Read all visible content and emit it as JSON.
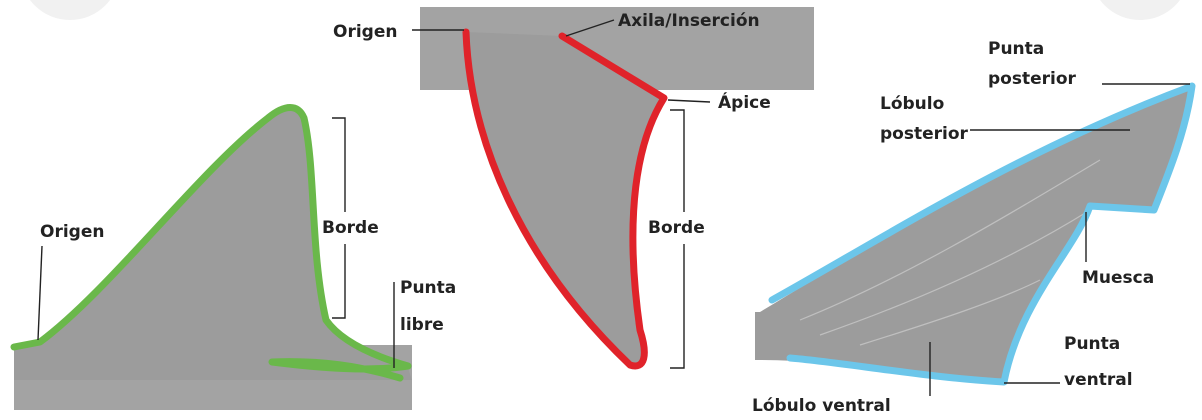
{
  "colors": {
    "dorsal_outline": "#6ab84a",
    "pectoral_outline": "#e0232a",
    "caudal_outline": "#6cc6ea",
    "fin_fill": "#9c9c9c",
    "background": "#ffffff"
  },
  "dorsal_fin": {
    "labels": {
      "origin": "Origen",
      "margin": "Borde",
      "free_tip_line1": "Punta",
      "free_tip_line2": "libre"
    }
  },
  "pectoral_fin": {
    "labels": {
      "origin": "Origen",
      "axil": "Axila/Inserción",
      "apex": "Ápice",
      "margin": "Borde"
    }
  },
  "caudal_fin": {
    "labels": {
      "upper_tip_line1": "Punta",
      "upper_tip_line2": "posterior",
      "upper_lobe_line1": "Lóbulo",
      "upper_lobe_line2": "posterior",
      "notch": "Muesca",
      "lower_tip_line1": "Punta",
      "lower_tip_line2": "ventral",
      "lower_lobe": "Lóbulo ventral"
    }
  }
}
